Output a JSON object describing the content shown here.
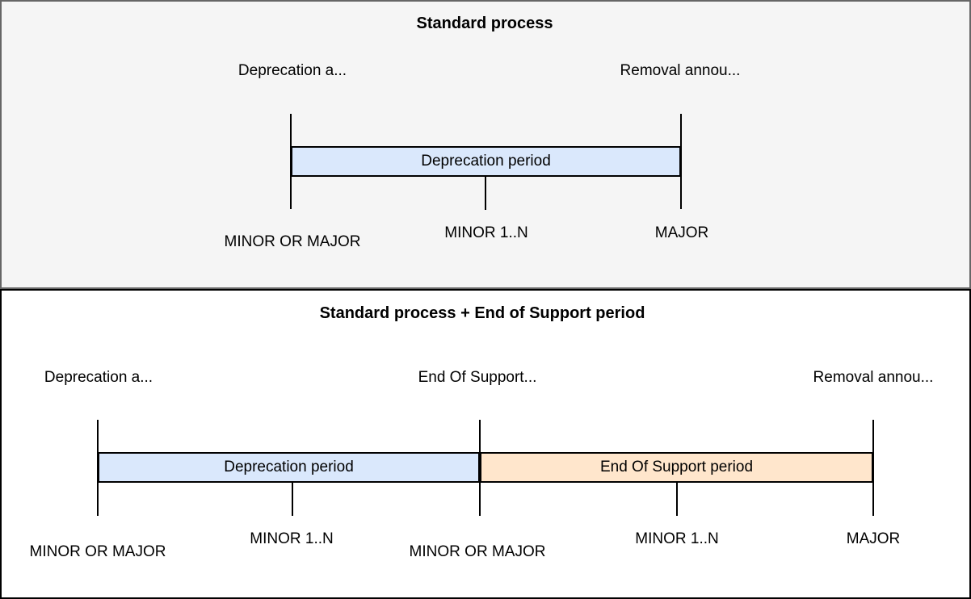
{
  "diagram": {
    "colors": {
      "panel1_fill": "#f5f5f5",
      "panel1_border": "#666666",
      "panel2_fill": "#ffffff",
      "panel2_border": "#000000",
      "deprecation_bar_fill": "#dae8fc",
      "end_of_support_bar_fill": "#ffe6cc",
      "bar_border": "#000000",
      "line_color": "#000000"
    },
    "panel1": {
      "title": "Standard process",
      "deprecation_announcement_label": "Deprecation a...",
      "removal_announcement_label": "Removal annou...",
      "deprecation_bar_label": "Deprecation period",
      "milestone_start": "MINOR OR MAJOR",
      "milestone_middle": "MINOR 1..N",
      "milestone_end": "MAJOR"
    },
    "panel2": {
      "title": "Standard process + End of Support period",
      "deprecation_announcement_label": "Deprecation a...",
      "end_of_support_announcement_label": "End Of Support...",
      "removal_announcement_label": "Removal annou...",
      "deprecation_bar_label": "Deprecation period",
      "end_of_support_bar_label": "End Of Support period",
      "milestone_1": "MINOR OR MAJOR",
      "milestone_2": "MINOR 1..N",
      "milestone_3": "MINOR OR MAJOR",
      "milestone_4": "MINOR 1..N",
      "milestone_5": "MAJOR"
    }
  }
}
